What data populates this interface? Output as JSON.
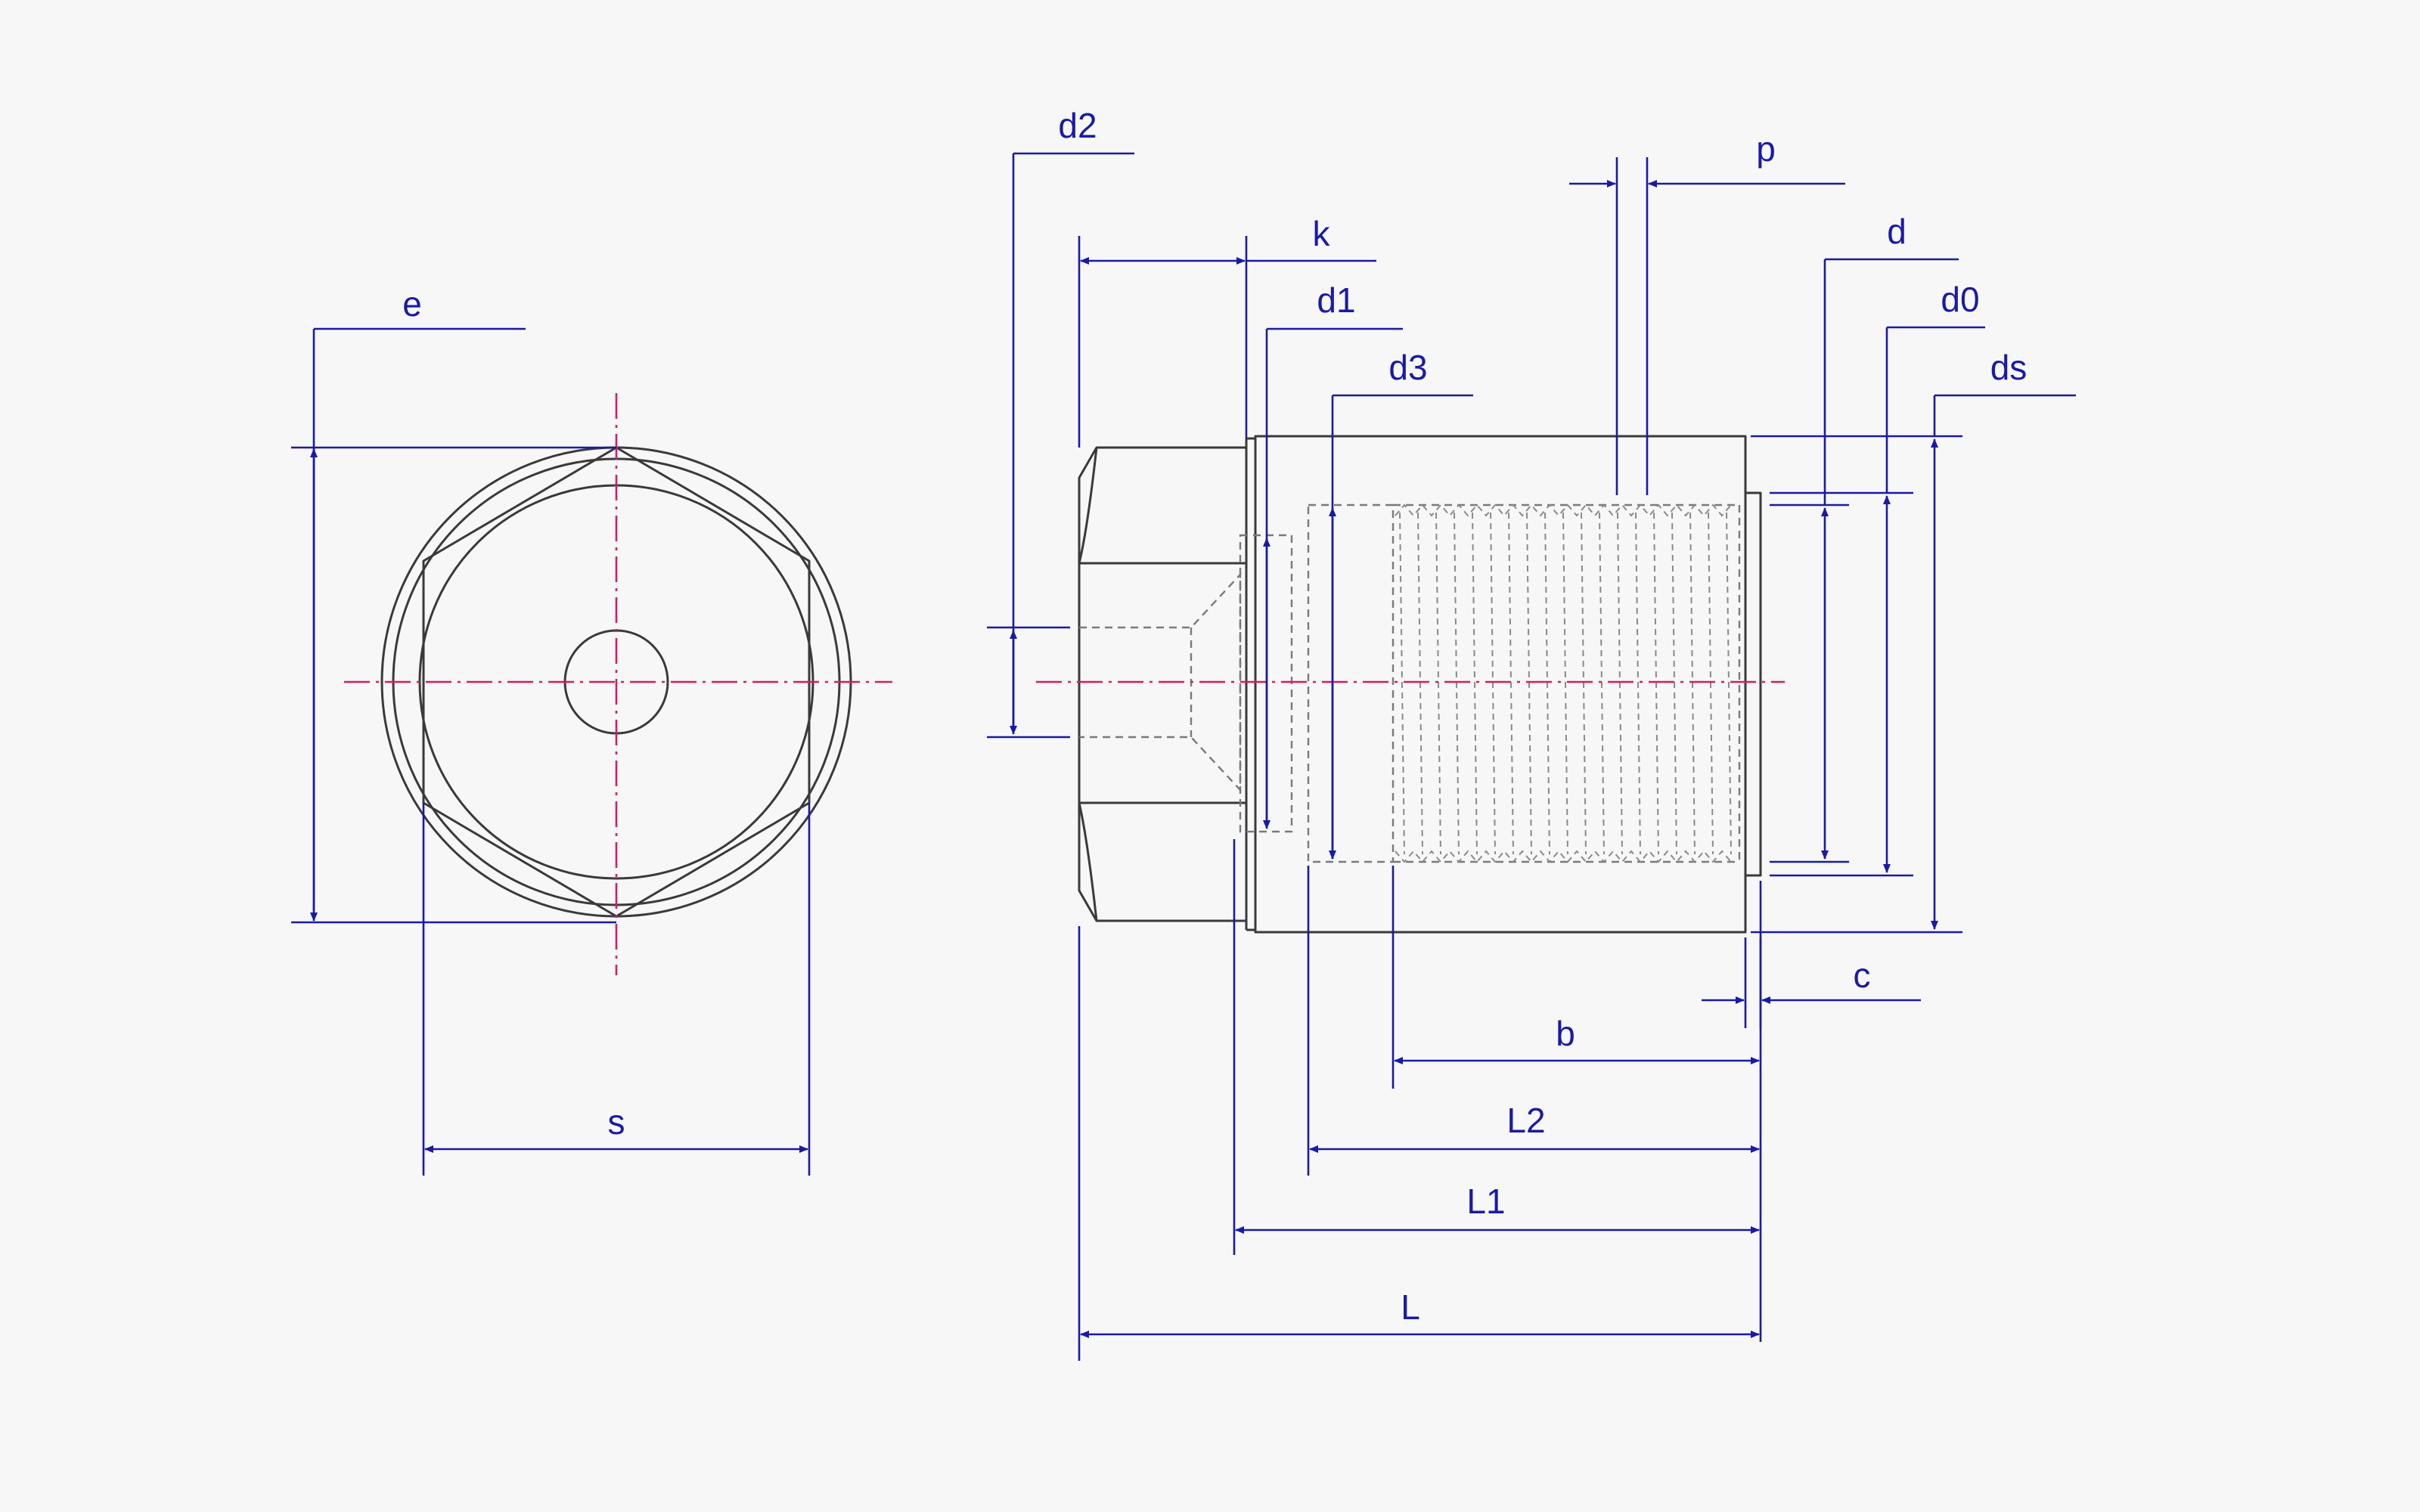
{
  "colors": {
    "dimension": "#1a1aa6",
    "outline": "#3a3a3a",
    "centerline": "#d81b60",
    "background": "#f7f7f8"
  },
  "labels": {
    "e": "e",
    "s": "s",
    "d2": "d2",
    "k": "k",
    "d1": "d1",
    "d3": "d3",
    "p": "p",
    "d": "d",
    "d0": "d0",
    "ds": "ds",
    "c": "c",
    "b": "b",
    "L2": "L2",
    "L1": "L1",
    "L": "L"
  }
}
